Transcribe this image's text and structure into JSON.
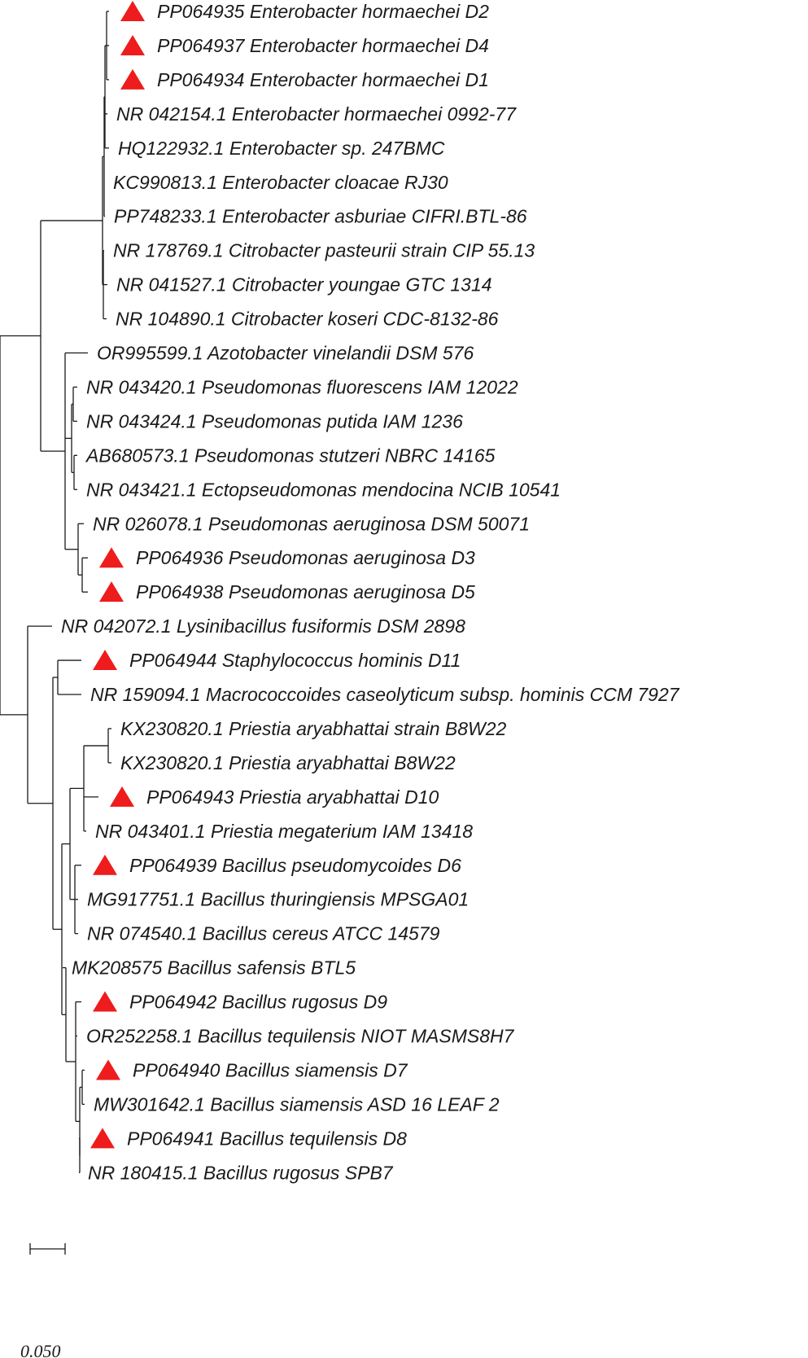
{
  "tree": {
    "marker_color": "#ee1c1c",
    "marker_icon": "triangle-icon",
    "leaves": [
      {
        "id": "a1",
        "label": "PP064935 Enterobacter hormaechei D2",
        "marked": true
      },
      {
        "id": "a2",
        "label": "PP064937 Enterobacter hormaechei D4",
        "marked": true
      },
      {
        "id": "a3",
        "label": "PP064934 Enterobacter hormaechei D1",
        "marked": true
      },
      {
        "id": "a4",
        "label": "NR 042154.1 Enterobacter hormaechei 0992-77",
        "marked": false
      },
      {
        "id": "a5",
        "label": "HQ122932.1 Enterobacter sp. 247BMC",
        "marked": false
      },
      {
        "id": "a6",
        "label": "KC990813.1 Enterobacter cloacae RJ30",
        "marked": false
      },
      {
        "id": "a7",
        "label": "PP748233.1 Enterobacter asburiae CIFRI.BTL-86",
        "marked": false
      },
      {
        "id": "a8",
        "label": "NR 178769.1 Citrobacter pasteurii strain CIP 55.13",
        "marked": false
      },
      {
        "id": "a9",
        "label": "NR 041527.1 Citrobacter youngae GTC 1314",
        "marked": false
      },
      {
        "id": "a10",
        "label": "NR 104890.1 Citrobacter koseri CDC-8132-86",
        "marked": false
      },
      {
        "id": "b1",
        "label": "OR995599.1 Azotobacter vinelandii DSM 576",
        "marked": false
      },
      {
        "id": "b2",
        "label": "NR 043420.1 Pseudomonas fluorescens IAM 12022",
        "marked": false
      },
      {
        "id": "b3",
        "label": "NR 043424.1 Pseudomonas putida IAM 1236",
        "marked": false
      },
      {
        "id": "b4",
        "label": "AB680573.1 Pseudomonas stutzeri NBRC 14165",
        "marked": false
      },
      {
        "id": "b5",
        "label": "NR 043421.1 Ectopseudomonas mendocina NCIB 10541",
        "marked": false
      },
      {
        "id": "b6",
        "label": "NR 026078.1 Pseudomonas aeruginosa DSM 50071",
        "marked": false
      },
      {
        "id": "b7",
        "label": "PP064936 Pseudomonas aeruginosa D3",
        "marked": true
      },
      {
        "id": "b8",
        "label": "PP064938 Pseudomonas aeruginosa D5",
        "marked": true
      },
      {
        "id": "c1",
        "label": "NR 042072.1 Lysinibacillus fusiformis DSM 2898",
        "marked": false
      },
      {
        "id": "c2",
        "label": "PP064944 Staphylococcus hominis D11",
        "marked": true
      },
      {
        "id": "c3",
        "label": "NR 159094.1 Macrococcoides caseolyticum subsp. hominis CCM 7927",
        "marked": false
      },
      {
        "id": "c4",
        "label": "KX230820.1 Priestia aryabhattai strain B8W22",
        "marked": false
      },
      {
        "id": "c5",
        "label": "KX230820.1 Priestia aryabhattai B8W22",
        "marked": false
      },
      {
        "id": "c6",
        "label": "PP064943 Priestia aryabhattai D10",
        "marked": true
      },
      {
        "id": "c7",
        "label": "NR 043401.1 Priestia megaterium IAM 13418",
        "marked": false
      },
      {
        "id": "c8",
        "label": "PP064939 Bacillus pseudomycoides D6",
        "marked": true
      },
      {
        "id": "c9",
        "label": "MG917751.1 Bacillus thuringiensis MPSGA01",
        "marked": false
      },
      {
        "id": "c10",
        "label": "NR 074540.1 Bacillus cereus ATCC 14579",
        "marked": false
      },
      {
        "id": "c11",
        "label": "MK208575 Bacillus safensis BTL5",
        "marked": false
      },
      {
        "id": "c12",
        "label": "PP064942 Bacillus rugosus D9",
        "marked": true
      },
      {
        "id": "c13",
        "label": "OR252258.1 Bacillus tequilensis NIOT MASMS8H7",
        "marked": false
      },
      {
        "id": "c14",
        "label": "PP064940 Bacillus siamensis D7",
        "marked": true
      },
      {
        "id": "c15",
        "label": "MW301642.1 Bacillus siamensis ASD 16 LEAF 2",
        "marked": false
      },
      {
        "id": "c16",
        "label": "PP064941 Bacillus tequilensis D8",
        "marked": true
      },
      {
        "id": "c17",
        "label": "NR 180415.1 Bacillus rugosus SPB7",
        "marked": false
      }
    ]
  },
  "scale_bar": {
    "label": "0.050"
  }
}
